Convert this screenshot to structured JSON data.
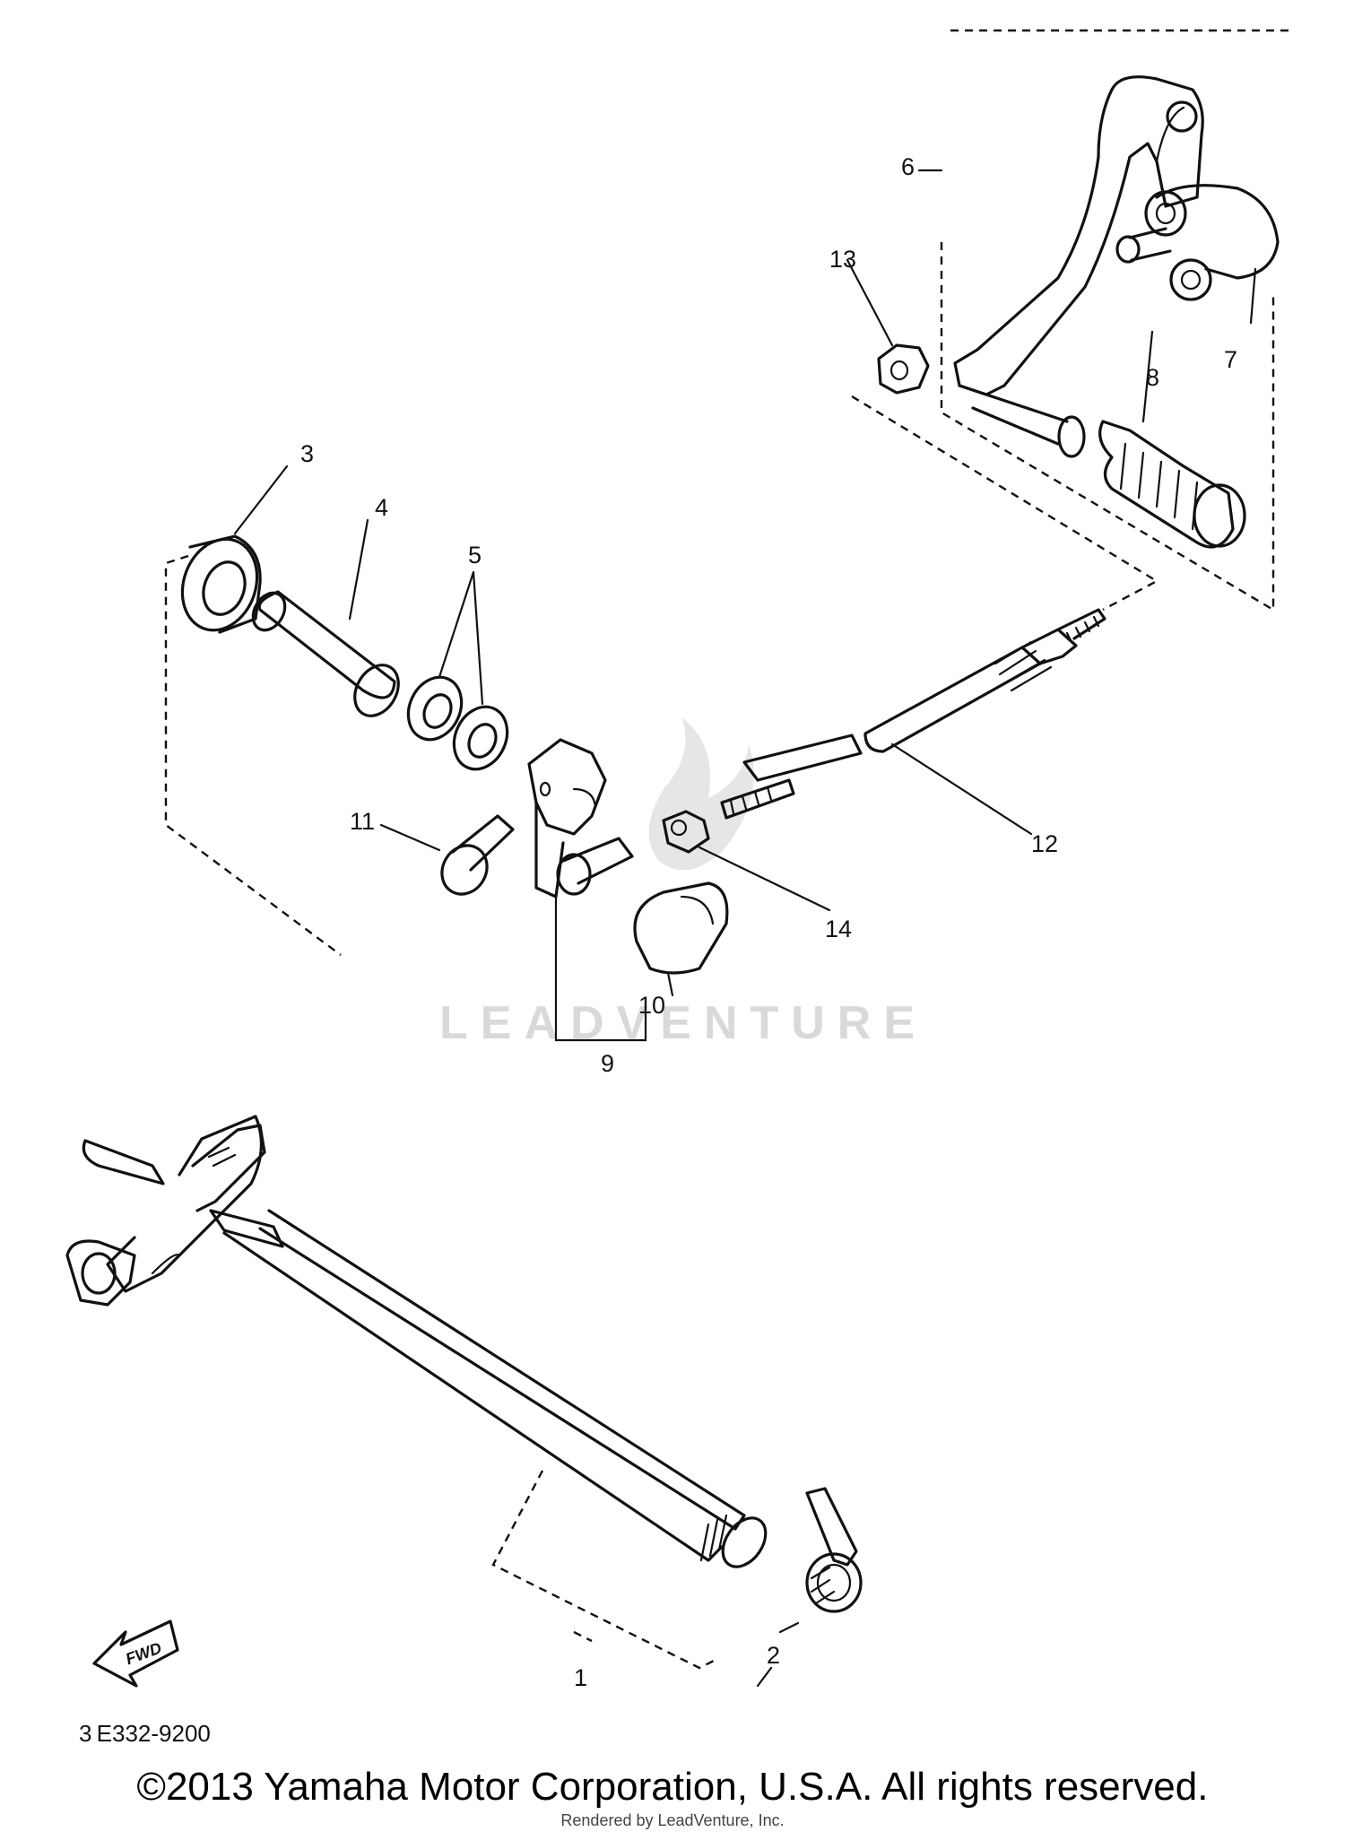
{
  "callouts": [
    "1",
    "2",
    "3",
    "4",
    "5",
    "6",
    "7",
    "8",
    "9",
    "10",
    "11",
    "12",
    "13",
    "14"
  ],
  "drawing_code": "3 E332-9200",
  "watermark_text": "LEADVENTURE",
  "fwd_label": "FWD",
  "copyright": "©2013 Yamaha Motor Corporation, U.S.A. All rights reserved.",
  "rendered_by": "Rendered by LeadVenture, Inc."
}
